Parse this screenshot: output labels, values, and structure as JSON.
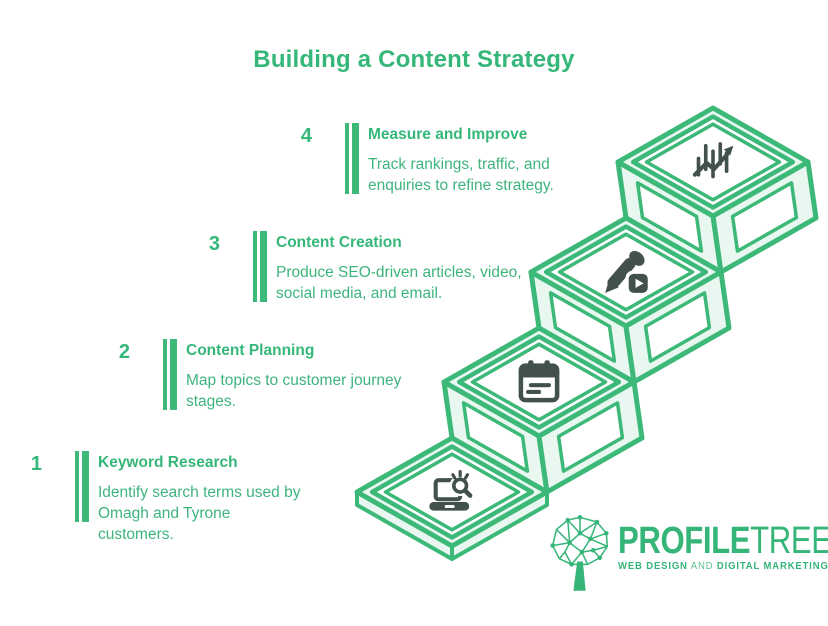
{
  "title": "Building a Content Strategy",
  "colors": {
    "accent_green": "#35b779",
    "outline_green": "#3cb878",
    "light_green_fill": "#e8f7ef",
    "icon_dark": "#42524b"
  },
  "steps": [
    {
      "number": "1",
      "title": "Keyword Research",
      "description": "Identify search terms used by Omagh and Tyrone customers.",
      "icon": "laptop-search-icon"
    },
    {
      "number": "2",
      "title": "Content Planning",
      "description": "Map topics to customer journey stages.",
      "icon": "calendar-icon"
    },
    {
      "number": "3",
      "title": "Content Creation",
      "description": "Produce SEO-driven articles, video, social media, and email.",
      "icon": "pen-video-icon"
    },
    {
      "number": "4",
      "title": "Measure and Improve",
      "description": "Track rankings, traffic, and enquiries to refine strategy.",
      "icon": "chart-growth-icon"
    }
  ],
  "logo": {
    "name_bold": "PROFILE",
    "name_light": "TREE",
    "tagline_left": "WEB DESIGN",
    "tagline_mid": "AND",
    "tagline_right": "DIGITAL MARKETING",
    "icon": "tree-network-icon"
  }
}
